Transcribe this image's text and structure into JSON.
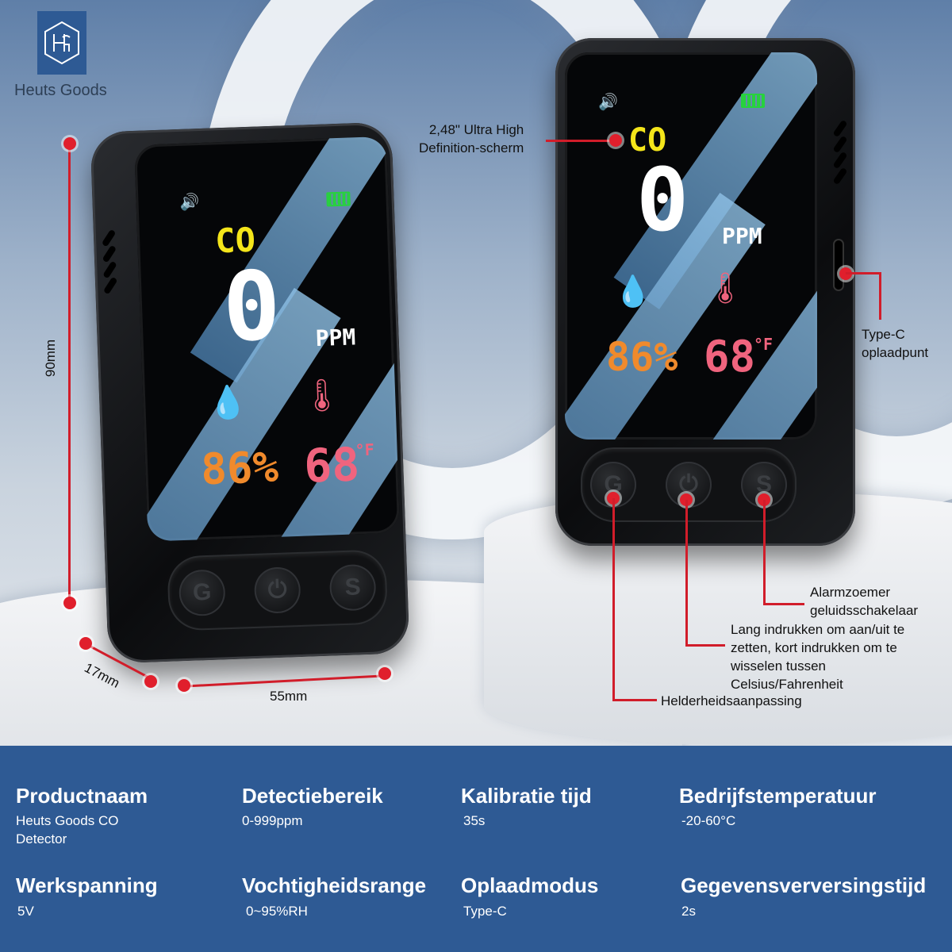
{
  "brand": {
    "name": "Heuts Goods",
    "logo_letters": "HG"
  },
  "device_display": {
    "gas": "CO",
    "reading": "0",
    "unit": "PPM",
    "humidity": "86%",
    "temperature": "68",
    "temp_unit": "°F",
    "button_left": "G",
    "button_right": "S"
  },
  "dimensions": {
    "height": "90mm",
    "depth": "17mm",
    "width": "55mm"
  },
  "annotations": {
    "screen": "2,48\" Ultra High\nDefinition-scherm",
    "port": "Type-C\noplaadpunt",
    "button_s": "Alarmzoemer\ngeluidsschakelaar",
    "button_power": "Lang indrukken om aan/uit te\nzetten, kort indrukken om te\nwisselen tussen\nCelsius/Fahrenheit",
    "button_g": "Helderheidsaanpassing"
  },
  "specs": [
    {
      "title": "Productnaam",
      "value": "Heuts Goods CO\nDetector"
    },
    {
      "title": "Detectiebereik",
      "value": "0-999ppm"
    },
    {
      "title": "Kalibratie tijd",
      "value": "35s"
    },
    {
      "title": "Bedrijfstemperatuur",
      "value": "-20-60°C"
    },
    {
      "title": "Werkspanning",
      "value": "5V"
    },
    {
      "title": "Vochtigheidsrange",
      "value": "0~95%RH"
    },
    {
      "title": "Oplaadmodus",
      "value": "Type-C"
    },
    {
      "title": "Gegevensverversingstijd",
      "value": "2s"
    }
  ],
  "colors": {
    "accent_blue": "#2e5a94",
    "annotation_red": "#d11d2a",
    "co_yellow": "#f4e51a",
    "humidity_orange": "#f08a2c",
    "temp_pink": "#f0647e"
  }
}
